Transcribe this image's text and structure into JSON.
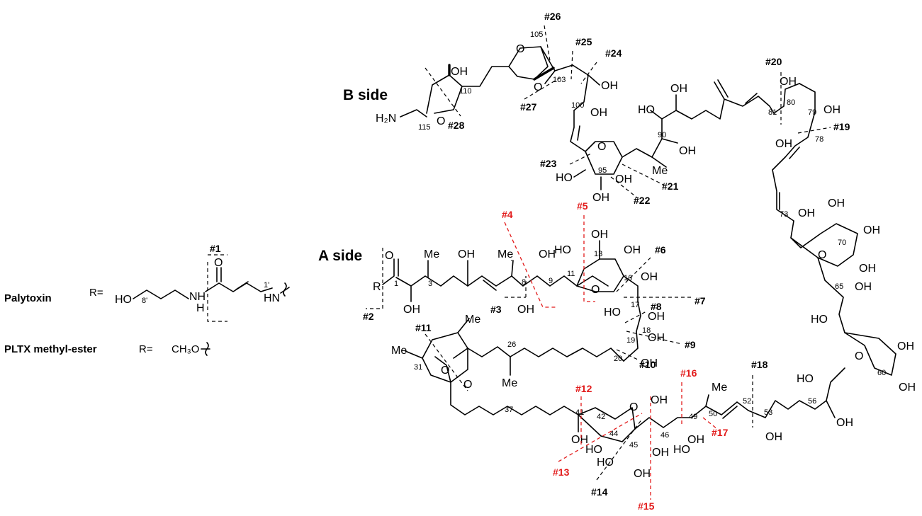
{
  "labels": {
    "b_side": "B side",
    "a_side": "A side",
    "palytoxin": "Palytoxin",
    "pltx_methyl_ester": "PLTX methyl-ester",
    "r_eq_1": "R=",
    "r_eq_2": "R=",
    "methoxy": "CH₃O",
    "r_group": "R",
    "amine": "H₂N",
    "nh_amide": "NH",
    "h_amide": "H",
    "hn_enamine": "HN"
  },
  "atoms": {
    "oh": "OH",
    "ho": "HO",
    "o": "O",
    "me": "Me"
  },
  "carbon_numbers": [
    "1",
    "3",
    "8",
    "9",
    "11",
    "13",
    "16",
    "17",
    "18",
    "19",
    "20",
    "26",
    "31",
    "37",
    "41",
    "42",
    "44",
    "45",
    "46",
    "49",
    "50",
    "52",
    "53",
    "56",
    "60",
    "65",
    "70",
    "73",
    "78",
    "79",
    "80",
    "81",
    "90",
    "95",
    "100",
    "103",
    "105",
    "110",
    "115",
    "8'",
    "1'"
  ],
  "fragments": {
    "black": [
      "#1",
      "#2",
      "#3",
      "#6",
      "#7",
      "#8",
      "#9",
      "#10",
      "#11",
      "#14",
      "#18",
      "#19",
      "#20",
      "#21",
      "#22",
      "#23",
      "#24",
      "#25",
      "#26",
      "#27",
      "#28"
    ],
    "red": [
      "#4",
      "#5",
      "#12",
      "#13",
      "#15",
      "#16",
      "#17"
    ]
  },
  "colors": {
    "bonds": "#000000",
    "black_cleavage": "#000000",
    "red_cleavage": "#e21b1b",
    "background": "#ffffff"
  }
}
